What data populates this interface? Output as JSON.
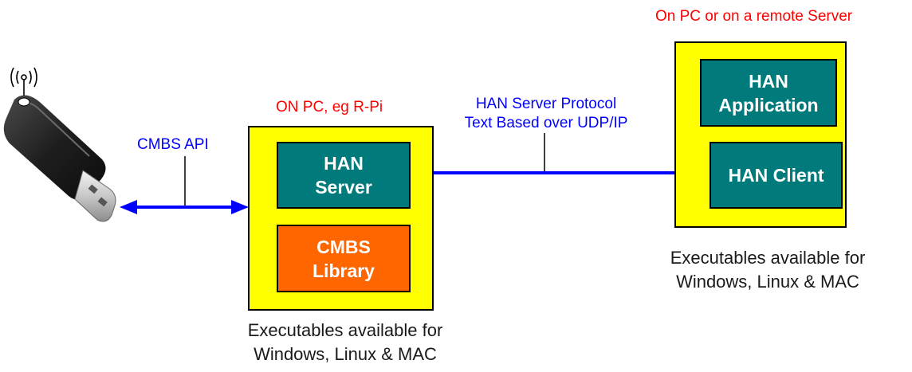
{
  "remote": {
    "location_label": "On PC or on a remote Server",
    "app_block": "HAN Application",
    "client_block": "HAN Client",
    "caption_line1": "Executables available for",
    "caption_line2": "Windows, Linux & MAC"
  },
  "local": {
    "location_label": "ON PC, eg R-Pi",
    "server_block": "HAN Server",
    "library_block": "CMBS Library",
    "caption_line1": "Executables available for",
    "caption_line2": "Windows, Linux & MAC"
  },
  "links": {
    "api_label": "CMBS API",
    "protocol_line1": "HAN Server Protocol",
    "protocol_line2": "Text Based over UDP/IP"
  },
  "colors": {
    "panel": "#ffff00",
    "teal_block": "#007a7a",
    "orange_block": "#ff6600",
    "arrow": "#0000ff",
    "location_label": "#ff0000"
  },
  "icons": {
    "dongle": "usb-dongle-icon",
    "wireless": "wireless-signal-icon"
  }
}
